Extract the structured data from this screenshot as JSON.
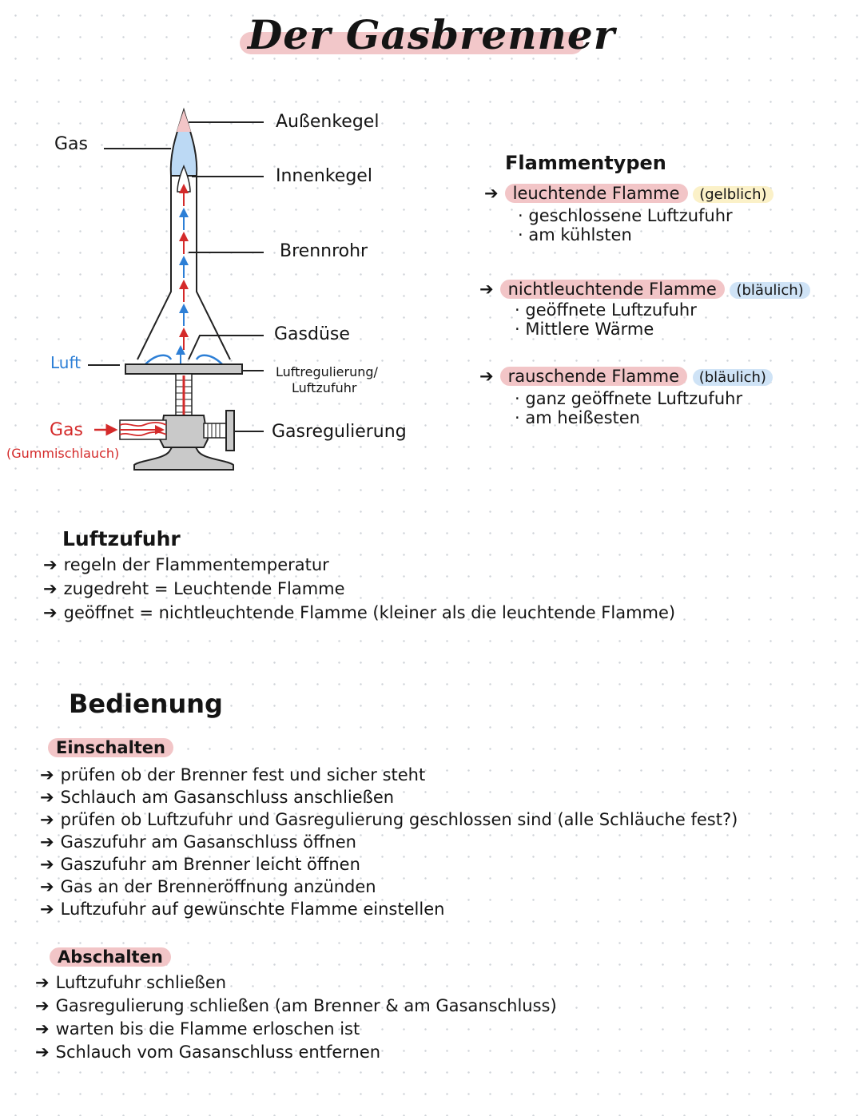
{
  "title": "Der Gasbrenner",
  "diagram": {
    "gas_left": "Gas",
    "aussenkegel": "Außenkegel",
    "innenkegel": "Innenkegel",
    "brennrohr": "Brennrohr",
    "gasduese": "Gasdüse",
    "luft": "Luft",
    "luftregulierung": "Luftregulierung/",
    "luftzufuhr_label": "Luftzufuhr",
    "gas_inlet": "Gas",
    "gummischlauch": "(Gummischlauch)",
    "gasregulierung": "Gasregulierung",
    "colors": {
      "blue": "#2d7fd6",
      "red": "#d42a2a",
      "flame_blue": "#bcd9f4",
      "flame_pink": "#f2c5c7",
      "metal": "#c9c9c9"
    }
  },
  "flammentypen": {
    "heading": "Flammentypen",
    "types": [
      {
        "name": "leuchtende Flamme",
        "tag": "(gelblich)",
        "points": [
          "geschlossene Luftzufuhr",
          "am kühlsten"
        ]
      },
      {
        "name": "nichtleuchtende Flamme",
        "tag": "(bläulich)",
        "points": [
          "geöffnete Luftzufuhr",
          "Mittlere Wärme"
        ]
      },
      {
        "name": "rauschende Flamme",
        "tag": "(bläulich)",
        "points": [
          "ganz geöffnete Luftzufuhr",
          "am heißesten"
        ]
      }
    ]
  },
  "luftzufuhr": {
    "heading": "Luftzufuhr",
    "items": [
      "regeln der Flammentemperatur",
      "zugedreht = Leuchtende Flamme",
      "geöffnet  =  nichtleuchtende Flamme (kleiner als die leuchtende Flamme)"
    ]
  },
  "bedienung": {
    "heading": "Bedienung",
    "einschalten": {
      "heading": "Einschalten",
      "items": [
        "prüfen ob der Brenner fest und sicher steht",
        "Schlauch am Gasanschluss anschließen",
        "prüfen ob Luftzufuhr und Gasregulierung geschlossen sind  (alle Schläuche fest?)",
        "Gaszufuhr am Gasanschluss öffnen",
        "Gaszufuhr am Brenner leicht öffnen",
        "Gas an der Brenneröffnung anzünden",
        "Luftzufuhr auf gewünschte Flamme einstellen"
      ]
    },
    "abschalten": {
      "heading": "Abschalten",
      "items": [
        "Luftzufuhr schließen",
        "Gasregulierung schließen (am Brenner & am Gasanschluss)",
        "warten bis die Flamme erloschen ist",
        "Schlauch vom Gasanschluss entfernen"
      ]
    }
  },
  "arrow_glyph": "➔",
  "bullet_glyph": "·"
}
